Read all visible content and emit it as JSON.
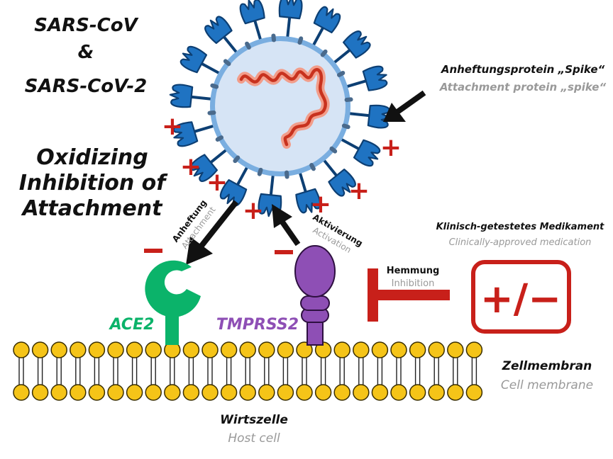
{
  "title": {
    "line1": "SARS-CoV",
    "line2": "&",
    "line3": "SARS-CoV-2"
  },
  "subtitle": {
    "line1": "Oxidizing",
    "line2": "Inhibition of",
    "line3": "Attachment"
  },
  "spike_label": {
    "de": "Anheftungsprotein „Spike“",
    "en": "Attachment protein „spike“"
  },
  "attachment_label": {
    "de": "Anheftung",
    "en": "Attachment"
  },
  "activation_label": {
    "de": "Aktivierung",
    "en": "Activation"
  },
  "medication_label": {
    "de": "Klinisch-getestetes Medikament",
    "en": "Clinically-approved medication"
  },
  "inhibition_label": {
    "de": "Hemmung",
    "en": "Inhibition"
  },
  "drug_symbol": "+/−",
  "receptor_ace2": "ACE2",
  "protease_tmprss2": "TMPRSS2",
  "membrane_label": {
    "de": "Zellmembran",
    "en": "Cell membrane"
  },
  "host_label": {
    "de": "Wirtszelle",
    "en": "Host cell"
  },
  "plus_sign": "+",
  "minus_sign": "−",
  "colors": {
    "virus_fill": "#d6e4f5",
    "virus_ring": "#7aaee0",
    "spike_blue": "#1f73c2",
    "spike_dark": "#0d3f73",
    "rna_red": "#c8321e",
    "rna_light": "#f29d8a",
    "charge_red": "#c8201a",
    "ace2_green": "#0bb36a",
    "tmprss2_purple": "#8e4fb5",
    "lipid_yellow": "#f5c418",
    "grey_text": "#999999"
  }
}
